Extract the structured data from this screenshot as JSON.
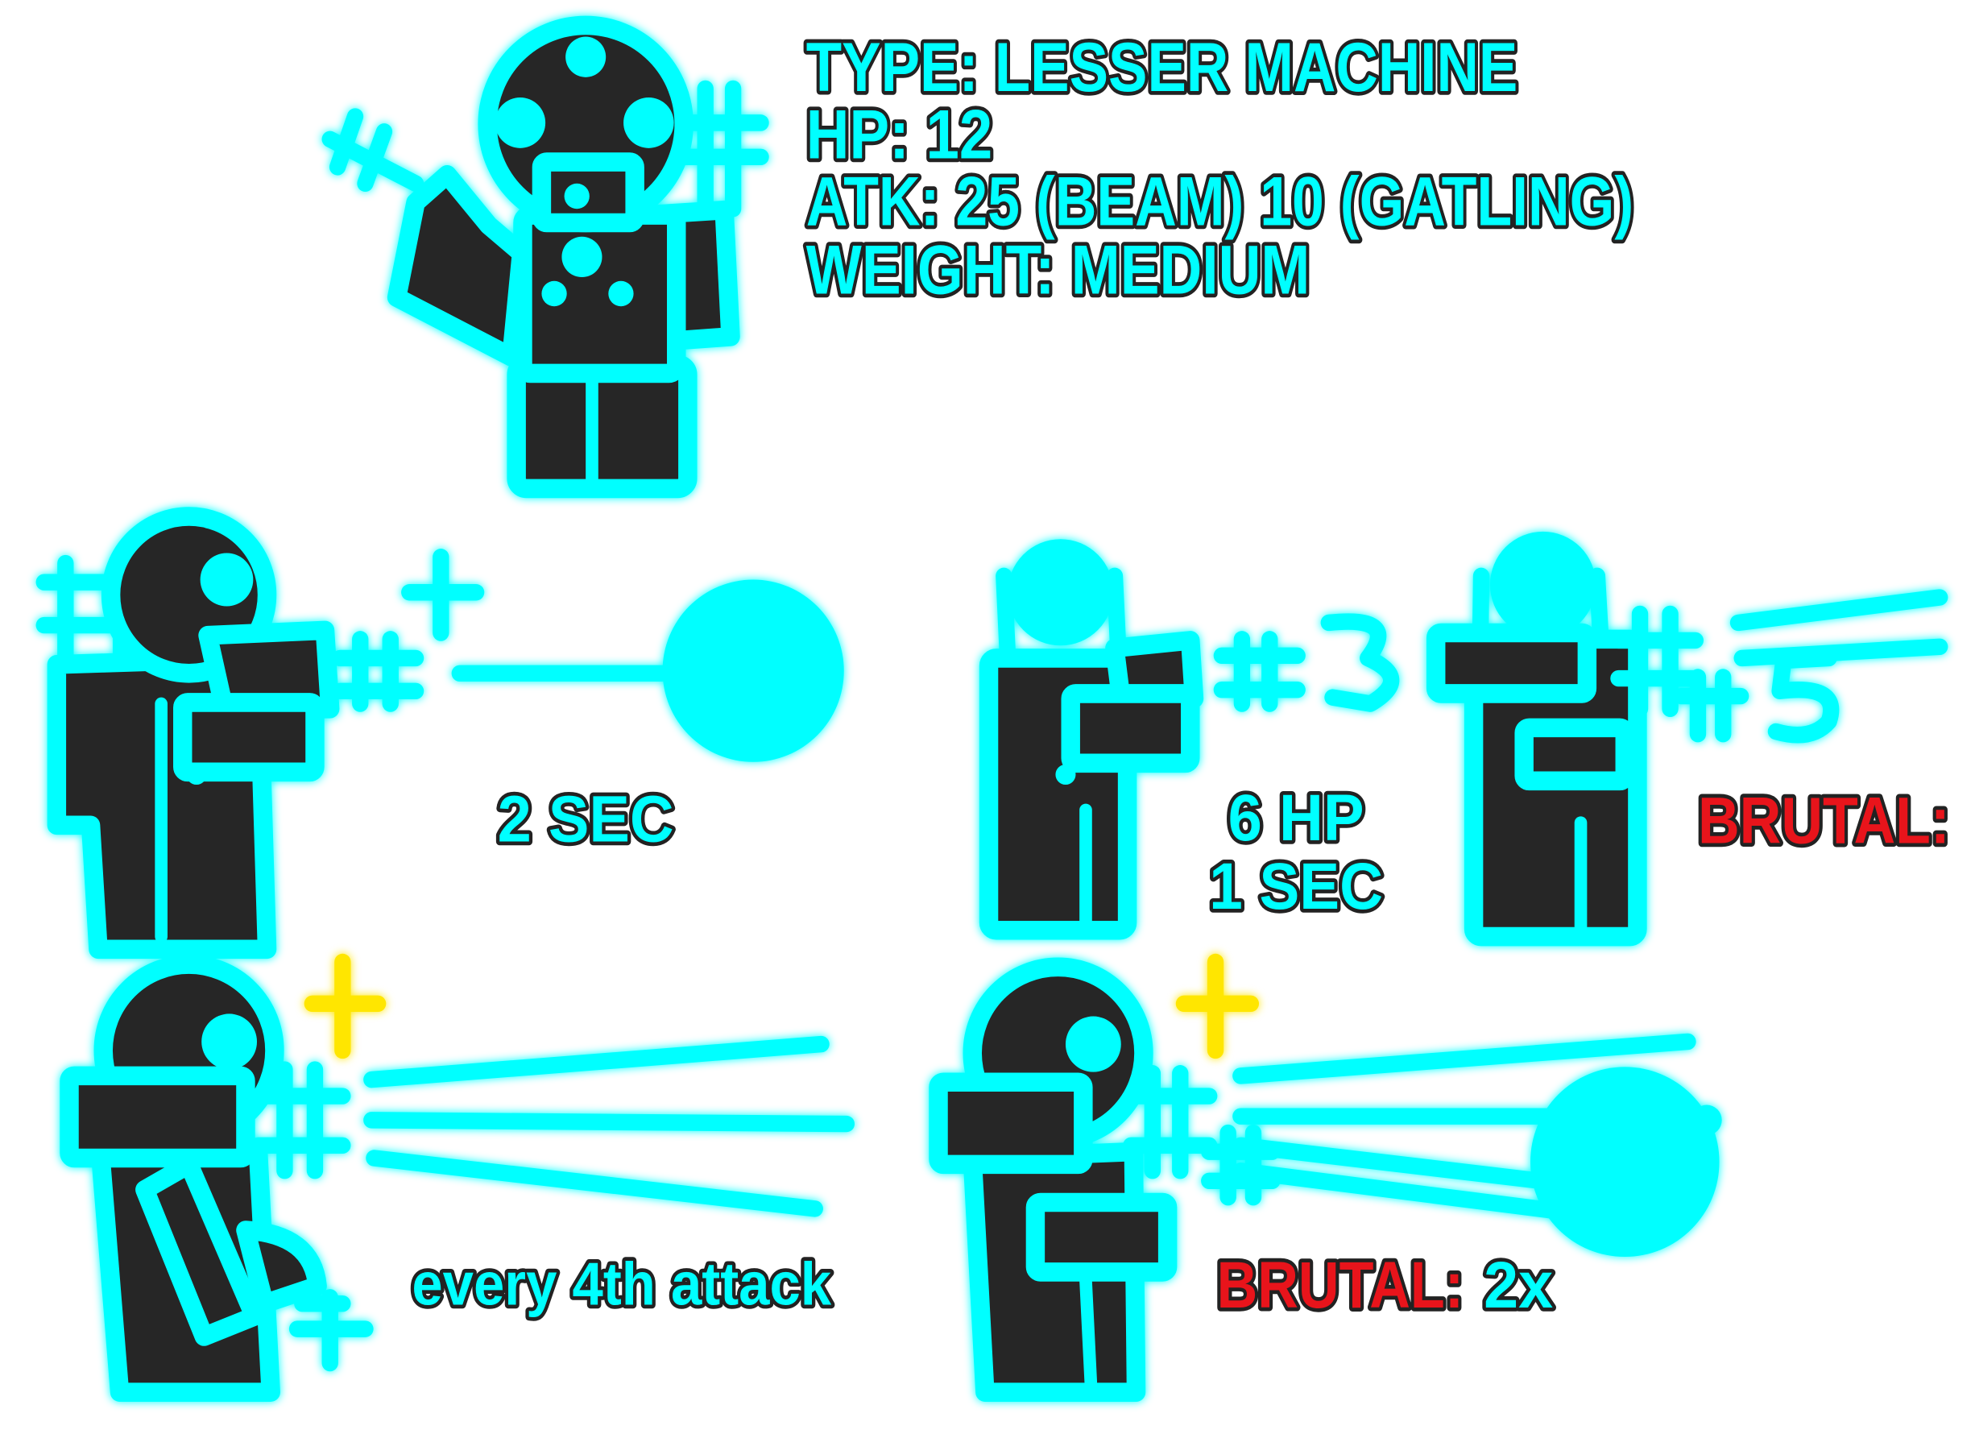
{
  "stats": {
    "type": "TYPE: LESSER MACHINE",
    "hp": "HP: 12",
    "atk": "ATK: 25 (BEAM) 10 (GATLING)",
    "weight": "WEIGHT: MEDIUM"
  },
  "beam_panel": {
    "caption": "2 SEC"
  },
  "charge_panel": {
    "hp": "6 HP",
    "time": "1 SEC"
  },
  "brutal_panel": {
    "label": "BRUTAL:"
  },
  "gatling_panel": {
    "caption": "every 4th attack"
  },
  "brutal_gatling_panel": {
    "label": "BRUTAL:",
    "multiplier": "2x"
  },
  "colors": {
    "outline": "#00FFFF",
    "body": "#262626",
    "brutal": "#E8141B",
    "spark": "#FFE600",
    "background": "#FFFFFF"
  }
}
